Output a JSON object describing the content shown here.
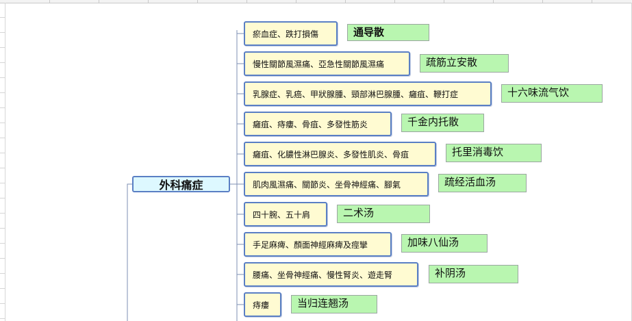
{
  "diagram": {
    "root": {
      "label": "外科痛症"
    },
    "branches": [
      {
        "label": "瘀血症、跌打損傷",
        "remedy": "通导散"
      },
      {
        "label": "慢性關節風濕痛、亞急性關節風濕痛",
        "remedy": "疏筋立安散"
      },
      {
        "label": "乳腺症、乳癌、甲狀腺腫、頸部淋巴腺腫、癰疽、鞭打症",
        "remedy": "十六味流气饮"
      },
      {
        "label": "癰疽、痔瘻、骨疽、多發性筋炎",
        "remedy": "千金内托散"
      },
      {
        "label": "癰疽、化膿性淋巴腺炎、多發性肌炎、骨疽",
        "remedy": "托里消毒饮"
      },
      {
        "label": "肌肉風濕痛、關節炎、坐骨神經痛、腳氣",
        "remedy": "疏经活血汤"
      },
      {
        "label": "四十腕、五十肩",
        "remedy": "二术汤"
      },
      {
        "label": "手足麻痺、顏面神經麻痺及痙攣",
        "remedy": "加味八仙汤"
      },
      {
        "label": "腰痛、坐骨神經痛、慢性腎炎、遊走腎",
        "remedy": "补阴汤"
      },
      {
        "label": "痔瘻",
        "remedy": "当归连翘汤"
      }
    ]
  }
}
